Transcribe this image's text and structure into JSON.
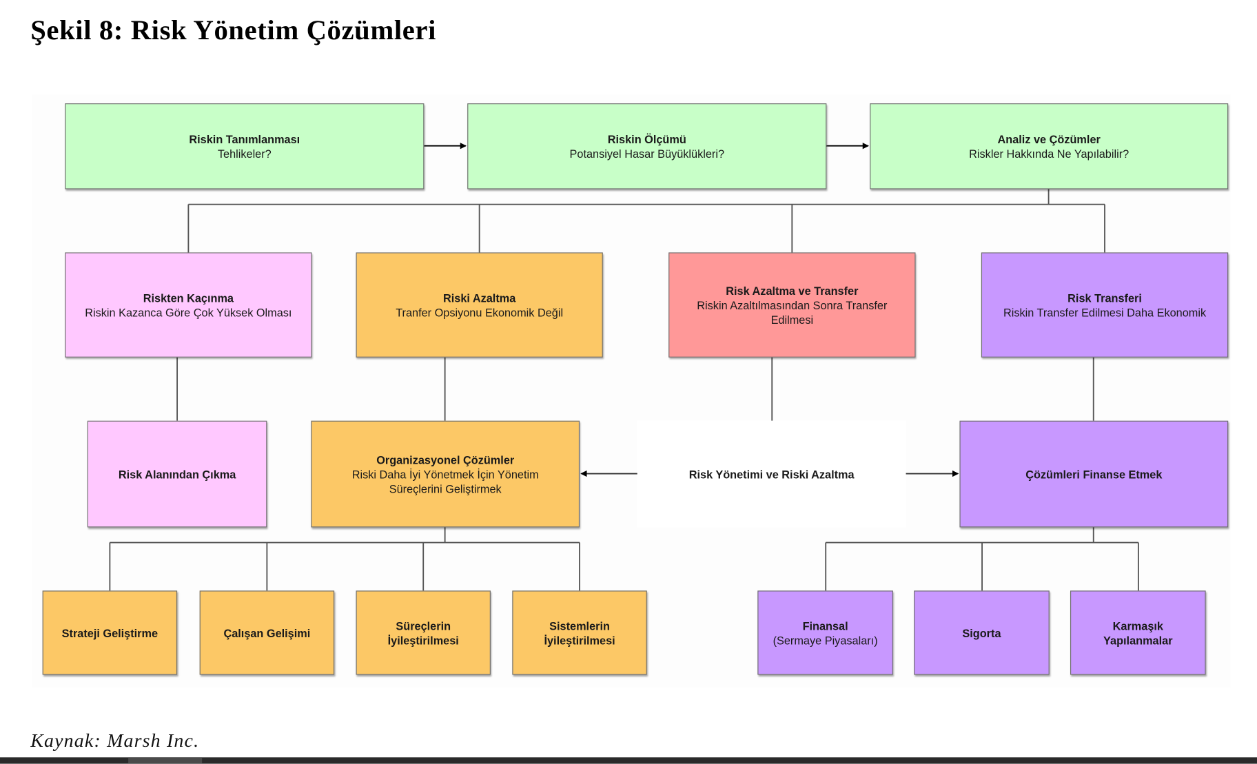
{
  "figure": {
    "title": "Şekil 8: Risk Yönetim Çözümleri",
    "source": "Kaynak: Marsh Inc."
  },
  "colors": {
    "green": "#c8ffc8",
    "pink": "#ffc8ff",
    "orange": "#fcc866",
    "red": "#ff9898",
    "purple": "#c898ff"
  },
  "nodes": {
    "identification": {
      "title": "Riskin Tanımlanması",
      "subtitle": "Tehlikeler?"
    },
    "measurement": {
      "title": "Riskin Ölçümü",
      "subtitle": "Potansiyel Hasar Büyüklükleri?"
    },
    "analysis": {
      "title": "Analiz ve Çözümler",
      "subtitle": "Riskler Hakkında Ne Yapılabilir?"
    },
    "avoidance": {
      "title": "Riskten Kaçınma",
      "subtitle": "Riskin Kazanca Göre Çok Yüksek Olması"
    },
    "reduction": {
      "title": "Riski Azaltma",
      "subtitle": "Tranfer Opsiyonu Ekonomik Değil"
    },
    "reduction_transfer": {
      "title": "Risk Azaltma ve Transfer",
      "subtitle": "Riskin Azaltılmasından Sonra Transfer Edilmesi"
    },
    "transfer": {
      "title": "Risk Transferi",
      "subtitle": "Riskin Transfer Edilmesi Daha Ekonomik"
    },
    "exit": {
      "title": "Risk Alanından Çıkma"
    },
    "organizational": {
      "title": "Organizasyonel Çözümler",
      "subtitle": "Riski Daha İyi Yönetmek İçin Yönetim Süreçlerini Geliştirmek"
    },
    "management": {
      "title": "Risk Yönetimi ve Riski Azaltma"
    },
    "financing": {
      "title": "Çözümleri Finanse Etmek"
    },
    "strategy": {
      "title": "Strateji Geliştirme"
    },
    "employee": {
      "title": "Çalışan Gelişimi"
    },
    "processes": {
      "title": "Süreçlerin İyileştirilmesi"
    },
    "systems": {
      "title": "Sistemlerin İyileştirilmesi"
    },
    "financial": {
      "title": "Finansal",
      "subtitle": "(Sermaye Piyasaları)"
    },
    "insurance": {
      "title": "Sigorta"
    },
    "complex": {
      "title": "Karmaşık Yapılanmalar"
    }
  }
}
